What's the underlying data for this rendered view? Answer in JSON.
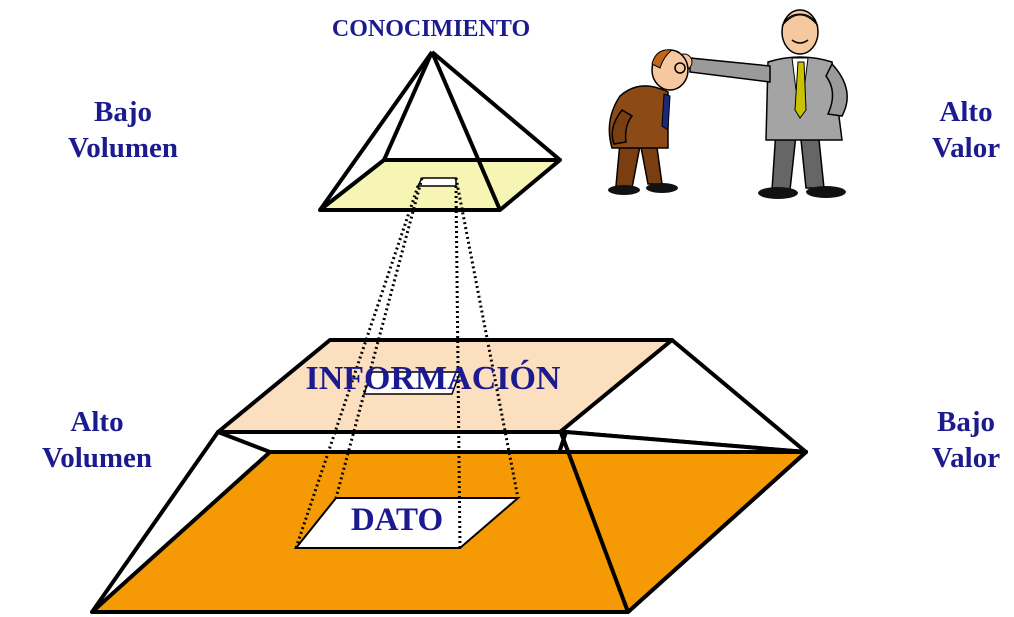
{
  "labels": {
    "conocimiento": "CONOCIMIENTO",
    "informacion": "INFORMACIÓN",
    "dato": "DATO",
    "bajo_volumen": [
      "Bajo",
      "Volumen"
    ],
    "alto_valor": [
      "Alto",
      "Valor"
    ],
    "alto_volumen": [
      "Alto",
      "Volumen"
    ],
    "bajo_valor": [
      "Bajo",
      "Valor"
    ]
  },
  "colors": {
    "label_text": "#1b1b8f",
    "knowledge_layer": "#f7f5b4",
    "information_layer": "#fbdfbf",
    "data_layer": "#f59a05",
    "outline": "#000000"
  },
  "illustration": {
    "figures": [
      "manager-figure",
      "employee-figure"
    ]
  }
}
